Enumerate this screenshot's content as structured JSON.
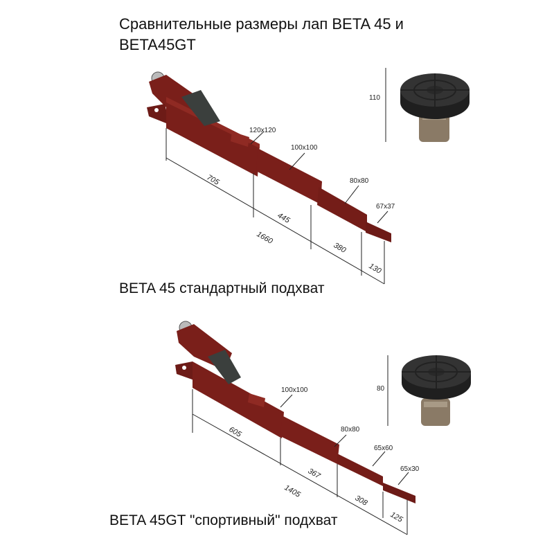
{
  "title": "Сравнительные размеры лап BETA 45 и BETA45GT",
  "standard": {
    "caption": "BETA 45 стандартный подхват",
    "sections": [
      "120x120",
      "100x100",
      "80x80",
      "67x37"
    ],
    "lengths": {
      "seg1": "705",
      "seg2": "445",
      "seg3": "380",
      "seg4": "130",
      "total": "1660"
    },
    "pad_height": "110"
  },
  "sport": {
    "caption": "BETA 45GT \"спортивный\" подхват",
    "sections": [
      "100x100",
      "80x80",
      "65x60",
      "65x30"
    ],
    "lengths": {
      "seg1": "605",
      "seg2": "367",
      "seg3": "308",
      "seg4": "125",
      "total": "1405"
    },
    "pad_height": "80"
  },
  "colors": {
    "arm": "#7a1f1a",
    "arm_dark": "#5a1512",
    "rubber": "#3b3f3d",
    "pad": "#2e2e2e",
    "stem": "#8a7a66"
  }
}
